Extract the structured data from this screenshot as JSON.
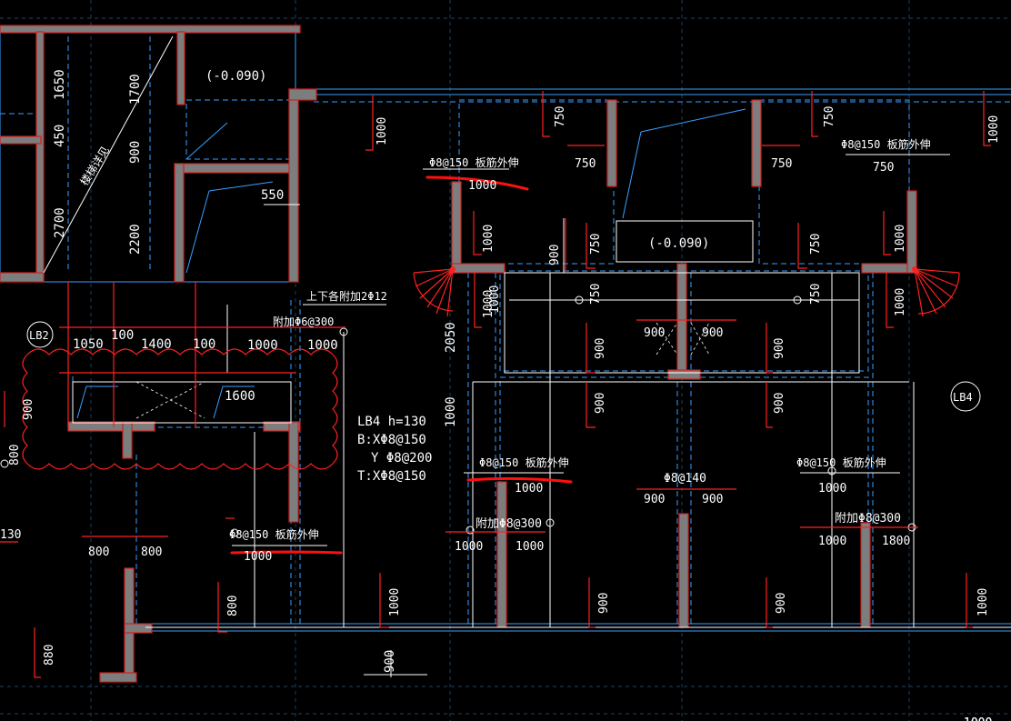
{
  "drawing": {
    "elevations": [
      "(-0.090)",
      "(-0.090)"
    ],
    "slab_labels": [
      "LB2",
      "LB4"
    ],
    "lb4_spec": {
      "line1": "LB4  h=130",
      "line2": "B:XΦ8@150",
      "line3": "Y Φ8@200",
      "line4": "T:XΦ8@150"
    },
    "rebar_notes": [
      "Φ8@150 板筋外伸",
      "Φ8@150 板筋外伸",
      "Φ8@150 板筋外伸",
      "Φ8@150 板筋外伸",
      "Φ8@150 板筋外伸",
      "Φ8@140",
      "附加Φ8@300",
      "附加Φ8@300",
      "附加Φ6@300",
      "上下各附加2Φ12"
    ],
    "stair_label": "楼梯详见",
    "dims_vertical": [
      "1650",
      "450",
      "2700",
      "1700",
      "900",
      "2200",
      "1000",
      "750",
      "750",
      "1000",
      "900",
      "750",
      "750",
      "1000",
      "1000",
      "1000",
      "750",
      "750",
      "1000",
      "2050",
      "1000",
      "900",
      "900",
      "900",
      "900",
      "900",
      "800",
      "800",
      "880",
      "1000",
      "900",
      "900",
      "1000",
      "900",
      "1000"
    ],
    "dims_horizontal": [
      "550",
      "750",
      "750",
      "750",
      "1050",
      "100",
      "1400",
      "100",
      "1000",
      "1000",
      "1600",
      "800",
      "800",
      "1000",
      "900",
      "900",
      "900",
      "900",
      "1000",
      "1000",
      "1000",
      "1000",
      "1000",
      "1000",
      "1000",
      "1000",
      "1000",
      "1800",
      "130"
    ]
  }
}
